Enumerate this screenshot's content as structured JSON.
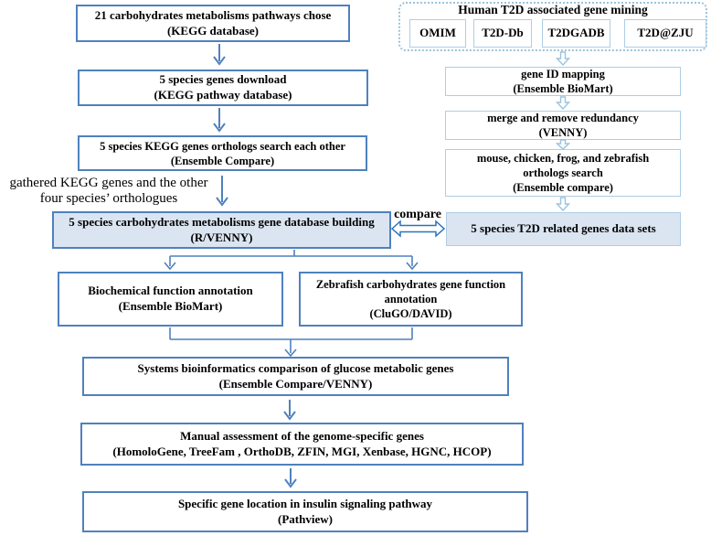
{
  "palette": {
    "strong_border": "#4f81bd",
    "light_border": "#aecde4",
    "light_fill": "#dbe5f1",
    "arrow_strong": "#4f81bd",
    "arrow_light": "#9cc3de",
    "compare_arrow": "#2e74b5",
    "text": "#000000"
  },
  "left_flow": {
    "kegg_pathways": {
      "line1": "21 carbohydrates metabolisms pathways chose",
      "line2": "(KEGG database)"
    },
    "genes_download": {
      "line1": "5 species genes download",
      "line2": "(KEGG pathway database)"
    },
    "orthologs_search": {
      "line1": "5 species KEGG genes orthologs search each other",
      "line2": "(Ensemble Compare)"
    },
    "gathered_note": {
      "line1": "gathered KEGG genes and the other",
      "line2": "four species’ orthologues"
    },
    "gene_db_building": {
      "line1": "5 species carbohydrates metabolisms gene database building",
      "line2": "(R/VENNY)"
    },
    "biochemical_annotation": {
      "line1": "Biochemical function annotation",
      "line2": "(Ensemble BioMart)"
    },
    "zebrafish_annotation": {
      "line1": "Zebrafish carbohydrates gene function",
      "line2": "annotation",
      "line3": "(CluGO/DAVID)"
    },
    "systems_comparison": {
      "line1": "Systems bioinformatics comparison of glucose metabolic genes",
      "line2": "(Ensemble Compare/VENNY)"
    },
    "manual_assessment": {
      "line1": "Manual assessment of the genome-specific genes",
      "line2": "(HomoloGene, TreeFam , OrthoDB, ZFIN, MGI, Xenbase, HGNC, HCOP)"
    },
    "gene_location": {
      "line1": "Specific gene location in insulin signaling pathway",
      "line2": "(Pathview)"
    }
  },
  "right_flow": {
    "title": "Human T2D associated gene mining",
    "databases": [
      "OMIM",
      "T2D-Db",
      "T2DGADB",
      "T2D@ZJU"
    ],
    "gene_id_mapping": {
      "line1": "gene ID mapping",
      "line2": "(Ensemble BioMart)"
    },
    "merge_redundancy": {
      "line1": "merge and remove redundancy",
      "line2": "(VENNY)"
    },
    "orthologs_search": {
      "line1": "mouse, chicken, frog, and zebrafish",
      "line2": "orthologs search",
      "line3": "(Ensemble compare)"
    },
    "datasets": {
      "line1": "5 species T2D related genes data sets"
    }
  },
  "labels": {
    "compare": "compare"
  }
}
